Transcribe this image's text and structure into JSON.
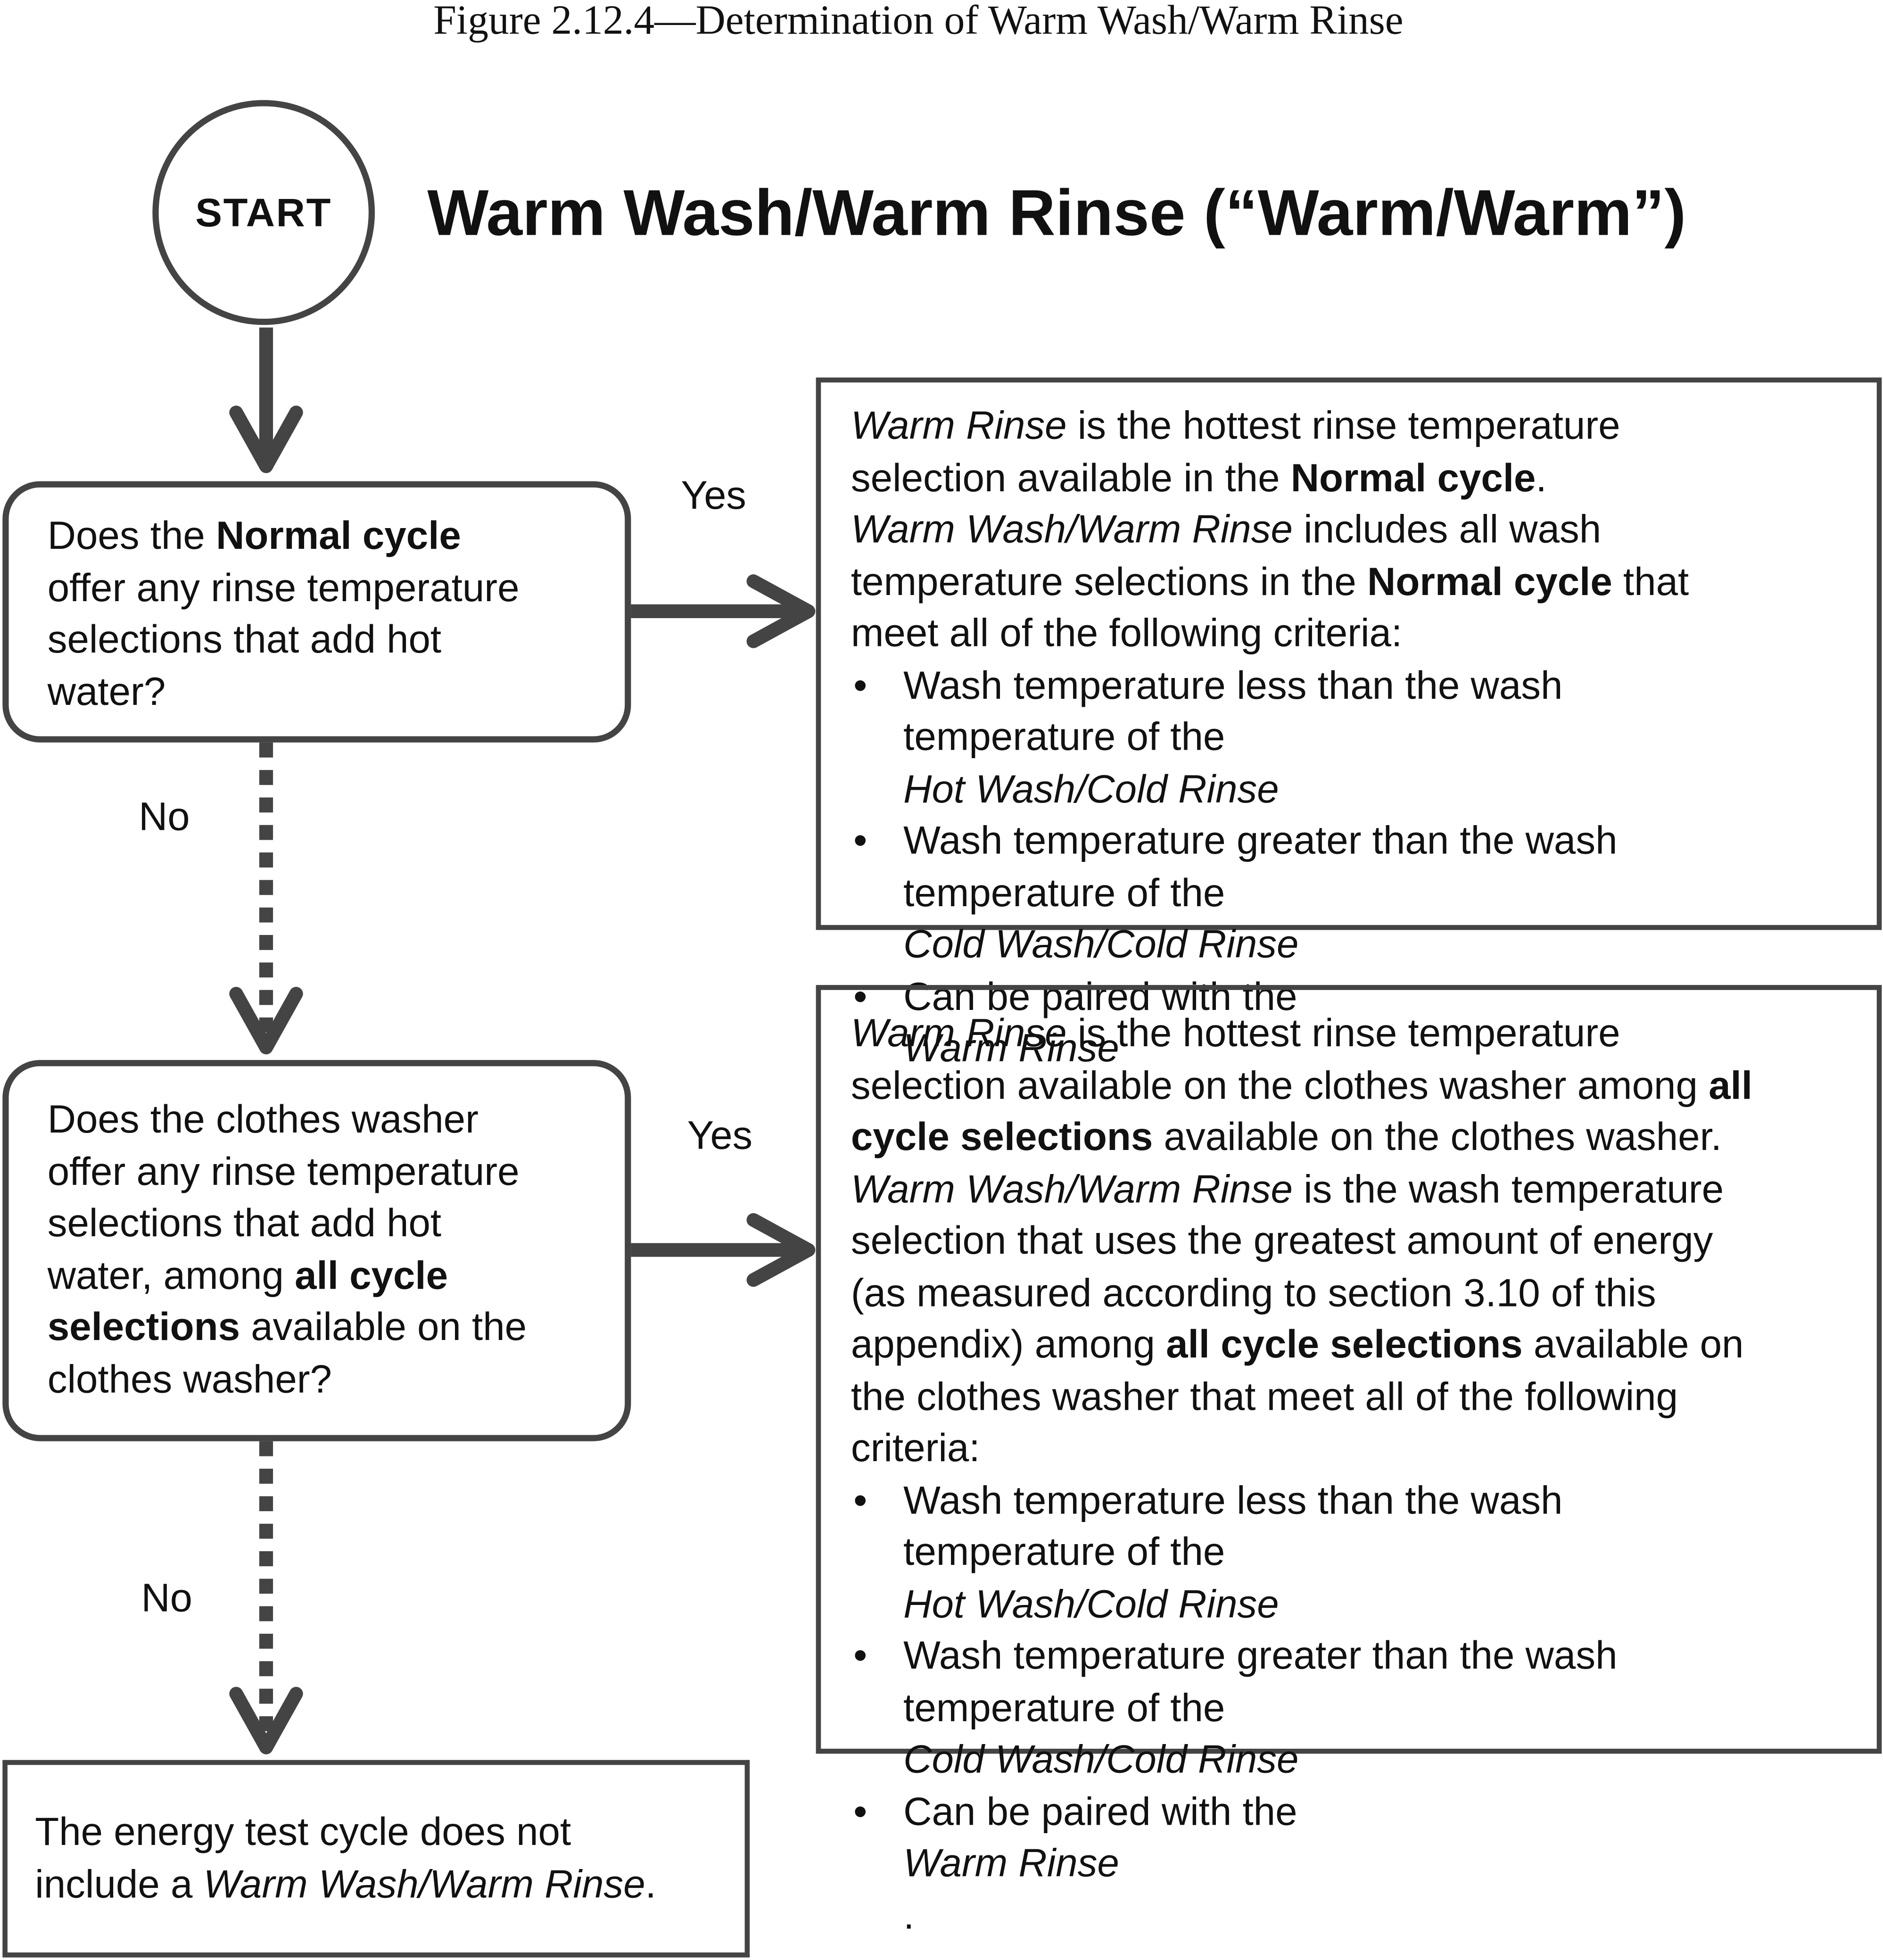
{
  "caption": "Figure 2.12.4—Determination of Warm Wash/Warm Rinse",
  "start_label": "START",
  "title": "Warm Wash/Warm Rinse (“Warm/Warm”)",
  "decision1": {
    "lines": [
      {
        "a": "Does the ",
        "b": "Normal cycle"
      },
      {
        "a": "offer any rinse temperature"
      },
      {
        "a": "selections that add hot"
      },
      {
        "a": "water?"
      }
    ]
  },
  "decision2": {
    "lines": [
      {
        "a": "Does the clothes washer"
      },
      {
        "a": "offer any rinse temperature"
      },
      {
        "a": "selections that add hot"
      },
      {
        "a": "water, among ",
        "b": "all cycle"
      },
      {
        "b": "selections",
        "a2": " available on the"
      },
      {
        "a": "clothes washer?"
      }
    ]
  },
  "labels": {
    "yes1": "Yes",
    "no1": "No",
    "yes2": "Yes",
    "no2": "No"
  },
  "info1": {
    "lines": [
      {
        "i": "Warm Rinse",
        "a": " is the hottest rinse temperature"
      },
      {
        "a": "selection available in the ",
        "b": "Normal cycle",
        "a2": "."
      },
      {
        "i": "Warm Wash/Warm Rinse",
        "a": " includes all wash"
      },
      {
        "a": "temperature selections in the ",
        "b": "Normal cycle",
        "a2": " that"
      },
      {
        "a": "meet all of the following criteria:"
      }
    ],
    "bullets": [
      {
        "l1": "Wash temperature less than the wash",
        "l2a": "temperature of the ",
        "l2i": "Hot Wash/Cold Rinse",
        "l2b": ""
      },
      {
        "l1": "Wash temperature greater than the wash",
        "l2a": "temperature of the ",
        "l2i": "Cold Wash/Cold Rinse",
        "l2b": ""
      },
      {
        "l1a": "Can be paired with the ",
        "l1i": "Warm Rinse",
        "l1b": ""
      }
    ]
  },
  "info2": {
    "lines": [
      {
        "i": "Warm Rinse",
        "a": " is the hottest rinse temperature"
      },
      {
        "a": "selection available on the clothes washer among ",
        "b": "all"
      },
      {
        "b": "cycle selections",
        "a2": " available on the clothes washer."
      },
      {
        "i": "Warm Wash/Warm Rinse",
        "a": " is the wash temperature"
      },
      {
        "a": "selection that uses the greatest amount of energy"
      },
      {
        "a": "(as measured according to section 3.10 of this"
      },
      {
        "a": "appendix) among ",
        "b": "all cycle selections",
        "a2": " available on"
      },
      {
        "a": "the clothes washer that meet all of the following"
      },
      {
        "a": "criteria:"
      }
    ],
    "bullets": [
      {
        "l1": "Wash temperature less than the wash",
        "l2a": "temperature of the ",
        "l2i": "Hot Wash/Cold Rinse",
        "l2b": ""
      },
      {
        "l1": "Wash temperature greater than the wash",
        "l2a": "temperature of the ",
        "l2i": "Cold Wash/Cold Rinse",
        "l2b": ""
      },
      {
        "l1a": "Can be paired with the ",
        "l1i": "Warm Rinse",
        "l1b": "."
      }
    ]
  },
  "terminal": {
    "line1": "The energy test cycle does not",
    "line2a": "include a ",
    "line2i": "Warm Wash/Warm Rinse",
    "line2b": "."
  },
  "colors": {
    "stroke": "#444444",
    "text": "#111111",
    "background": "#ffffff"
  }
}
